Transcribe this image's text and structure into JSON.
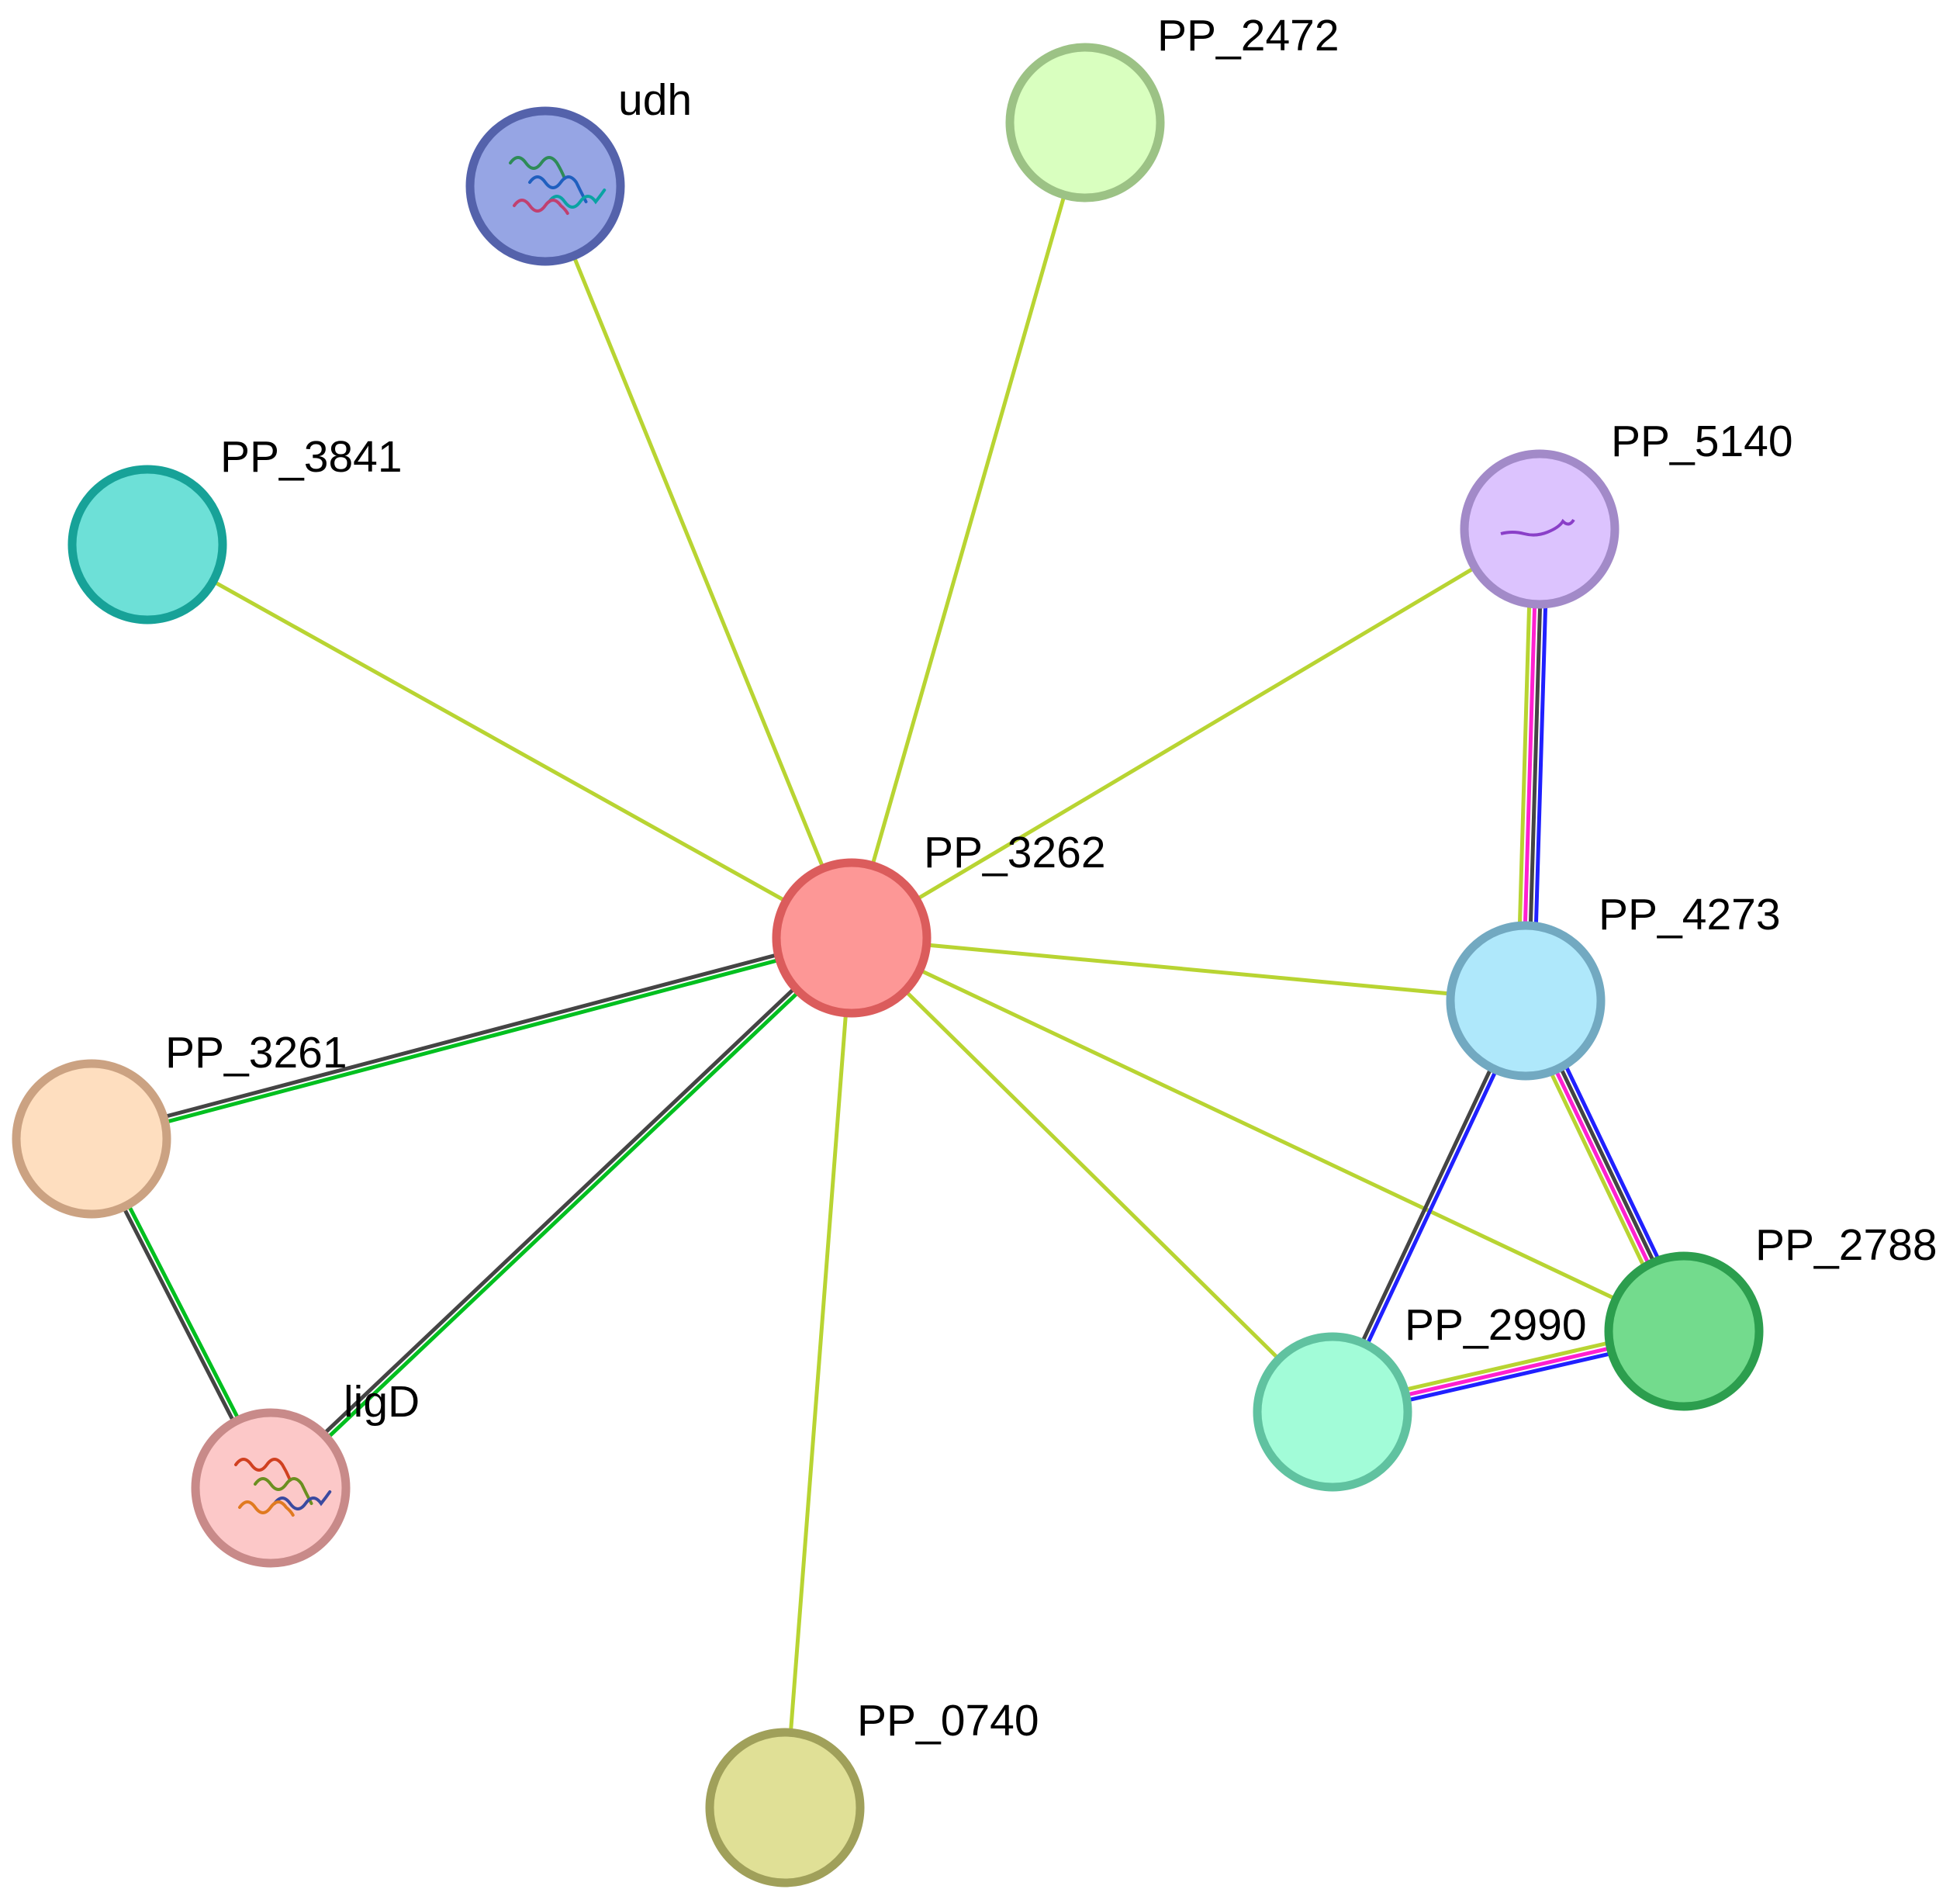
{
  "network": {
    "nodes": [
      {
        "id": "PP_3262",
        "label": "PP_3262",
        "fill": "#fd9796",
        "stroke": "#db5c5c",
        "structure_icon": "none"
      },
      {
        "id": "udh",
        "label": "udh",
        "fill": "#96a5e4",
        "stroke": "#5462ab",
        "structure_icon": "protein-structure-icon"
      },
      {
        "id": "PP_2472",
        "label": "PP_2472",
        "fill": "#d9ffbf",
        "stroke": "#9cc285",
        "structure_icon": "none"
      },
      {
        "id": "PP_3841",
        "label": "PP_3841",
        "fill": "#6de0d7",
        "stroke": "#17a298",
        "structure_icon": "none"
      },
      {
        "id": "PP_5140",
        "label": "PP_5140",
        "fill": "#dcc3fe",
        "stroke": "#a28ac8",
        "structure_icon": "protein-structure-icon"
      },
      {
        "id": "PP_4273",
        "label": "PP_4273",
        "fill": "#afe8fb",
        "stroke": "#72a9c1",
        "structure_icon": "none"
      },
      {
        "id": "PP_3261",
        "label": "PP_3261",
        "fill": "#fedebf",
        "stroke": "#cba282",
        "structure_icon": "none"
      },
      {
        "id": "ligD",
        "label": "ligD",
        "fill": "#fcc8c8",
        "stroke": "#c88a89",
        "structure_icon": "protein-structure-icon"
      },
      {
        "id": "PP_2788",
        "label": "PP_2788",
        "fill": "#73db8d",
        "stroke": "#2c9e4e",
        "structure_icon": "none"
      },
      {
        "id": "PP_2990",
        "label": "PP_2990",
        "fill": "#a2fcd8",
        "stroke": "#60c2a0",
        "structure_icon": "none"
      },
      {
        "id": "PP_0740",
        "label": "PP_0740",
        "fill": "#e0e096",
        "stroke": "#a0a05a",
        "structure_icon": "none"
      }
    ],
    "edges": [
      {
        "source": "PP_3262",
        "target": "udh",
        "colors": [
          "#b8d432"
        ]
      },
      {
        "source": "PP_3262",
        "target": "PP_2472",
        "colors": [
          "#b8d432"
        ]
      },
      {
        "source": "PP_3262",
        "target": "PP_3841",
        "colors": [
          "#b8d432"
        ]
      },
      {
        "source": "PP_3262",
        "target": "PP_5140",
        "colors": [
          "#b8d432"
        ]
      },
      {
        "source": "PP_3262",
        "target": "PP_4273",
        "colors": [
          "#b8d432"
        ]
      },
      {
        "source": "PP_3262",
        "target": "PP_2788",
        "colors": [
          "#b8d432"
        ]
      },
      {
        "source": "PP_3262",
        "target": "PP_2990",
        "colors": [
          "#b8d432"
        ]
      },
      {
        "source": "PP_3262",
        "target": "PP_0740",
        "colors": [
          "#b8d432"
        ]
      },
      {
        "source": "PP_3262",
        "target": "PP_3261",
        "colors": [
          "#00bf1f",
          "#444444"
        ]
      },
      {
        "source": "PP_3262",
        "target": "ligD",
        "colors": [
          "#00bf1f",
          "#444444"
        ]
      },
      {
        "source": "PP_3261",
        "target": "ligD",
        "colors": [
          "#00bf1f",
          "#444444"
        ]
      },
      {
        "source": "PP_5140",
        "target": "PP_4273",
        "colors": [
          "#2020ff",
          "#444444",
          "#ff20d0",
          "#b8d432"
        ]
      },
      {
        "source": "PP_4273",
        "target": "PP_2990",
        "colors": [
          "#2020ff",
          "#444444"
        ]
      },
      {
        "source": "PP_4273",
        "target": "PP_2788",
        "colors": [
          "#2020ff",
          "#444444",
          "#ff20d0",
          "#b8d432"
        ]
      },
      {
        "source": "PP_2990",
        "target": "PP_2788",
        "colors": [
          "#b8d432",
          "#ff20d0",
          "#2020ff"
        ]
      }
    ]
  }
}
